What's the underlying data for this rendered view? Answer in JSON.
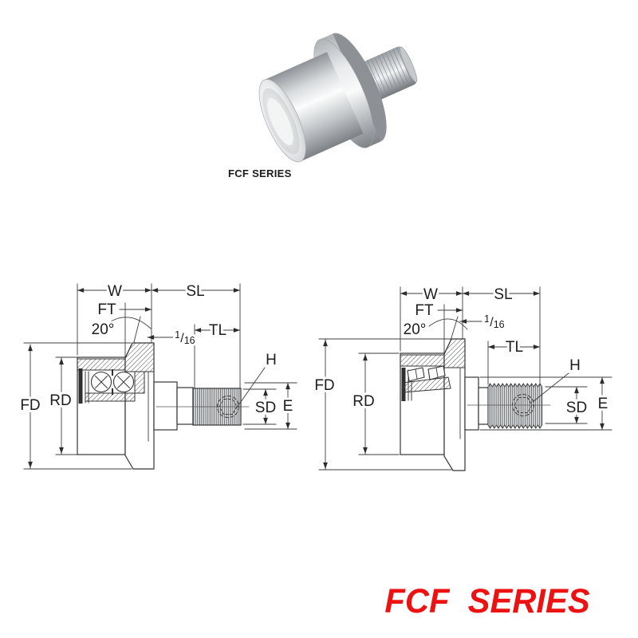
{
  "photo_caption": "FCF SERIES",
  "footer_title": "FCF SERIES",
  "footer_color": "#ec1212",
  "dim_labels": {
    "w": "W",
    "ft": "FT",
    "sl": "SL",
    "tl": "TL",
    "angle": "20°",
    "frac_num": "1",
    "frac_slash": "/",
    "frac_den": "16",
    "h": "H",
    "fd": "FD",
    "rd": "RD",
    "sd": "SD",
    "e": "E"
  }
}
